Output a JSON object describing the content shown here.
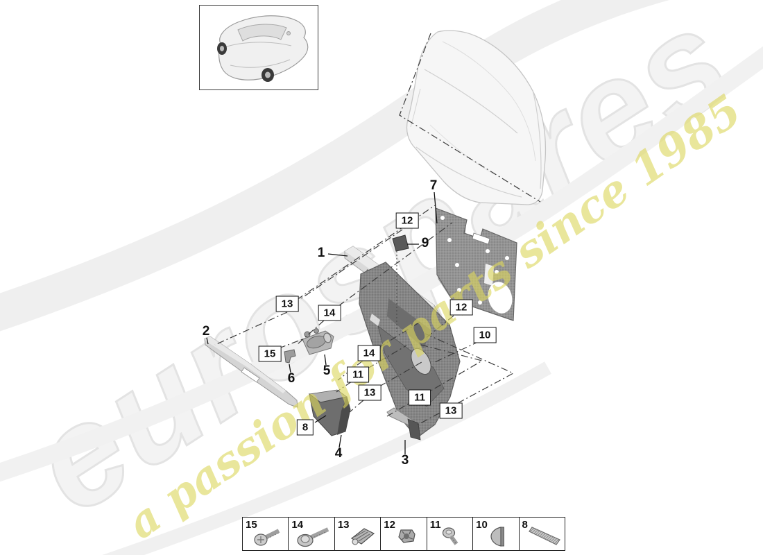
{
  "watermark": {
    "brand": "eurospares",
    "tagline": "a passion for parts since 1985"
  },
  "colors": {
    "watermark_yellow": "#ddd75e",
    "watermark_gray": "#e9e9e9",
    "diagram_line": "#1a1a1a",
    "part_dark": "#858585",
    "part_light": "#d6d6d6"
  },
  "callouts": {
    "plain": {
      "c1": "1",
      "c2": "2",
      "c3": "3",
      "c4": "4",
      "c5": "5",
      "c6": "6",
      "c7": "7",
      "c9": "9"
    },
    "boxed": {
      "b12a": "12",
      "b13a": "13",
      "b14a": "14",
      "b15": "15",
      "b14b": "14",
      "b11a": "11",
      "b13b": "13",
      "b8": "8",
      "b12b": "12",
      "b10": "10",
      "b11b": "11",
      "b13c": "13"
    }
  },
  "legend": {
    "items": [
      {
        "num": "15",
        "icon": "pan-head-screw"
      },
      {
        "num": "14",
        "icon": "washer-screw"
      },
      {
        "num": "13",
        "icon": "retaining-clip"
      },
      {
        "num": "12",
        "icon": "grommet-nut"
      },
      {
        "num": "11",
        "icon": "short-screw"
      },
      {
        "num": "10",
        "icon": "cap-plug"
      },
      {
        "num": "8",
        "icon": "trim-strip"
      }
    ]
  }
}
